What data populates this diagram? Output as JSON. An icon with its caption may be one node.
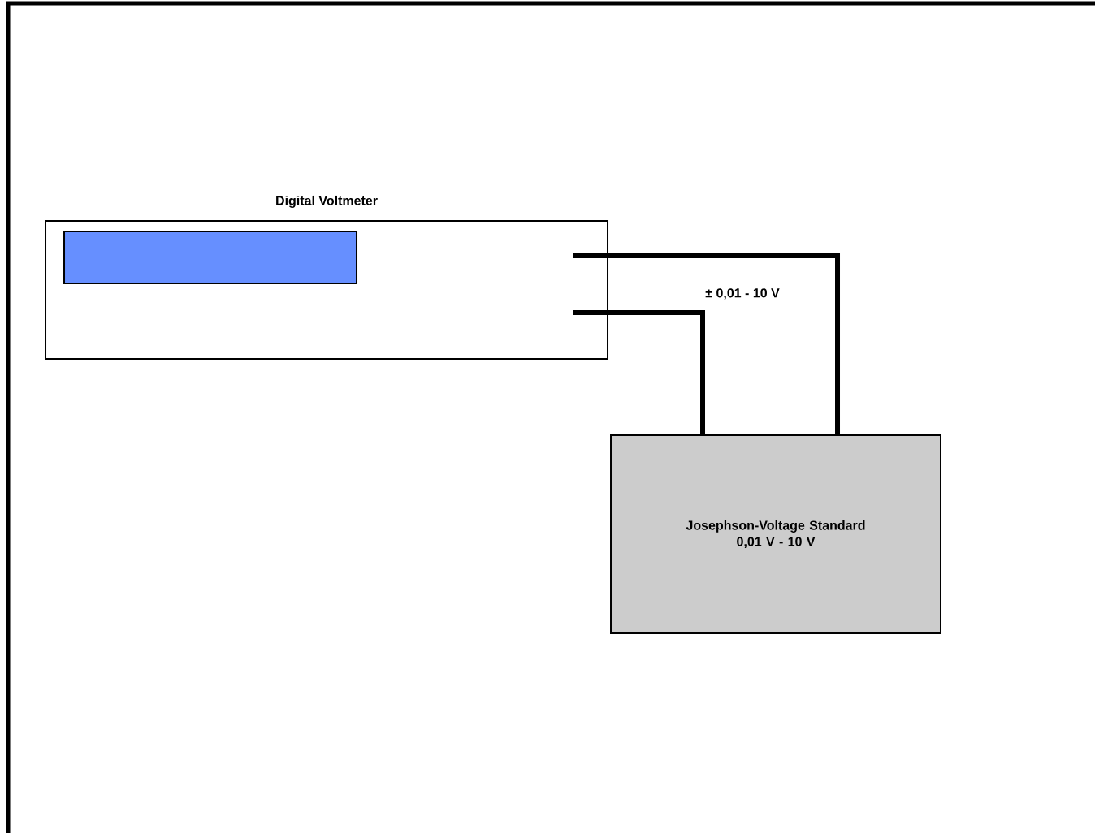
{
  "diagram": {
    "nodes": [
      {
        "text": [
          "Digital Voltmeter"
        ]
      },
      {
        "text": [],
        "shape": "box",
        "in": 0
      },
      {
        "text": [
          "Josephson-Voltage Standard",
          "0,01 V - 10 V"
        ]
      }
    ],
    "edges": [
      {
        "from": 0,
        "to": 2,
        "arrow": "none"
      },
      {
        "from": 0,
        "to": 2,
        "arrow": "none"
      }
    ],
    "labels": [
      "± 0,01 - 10 V"
    ]
  }
}
